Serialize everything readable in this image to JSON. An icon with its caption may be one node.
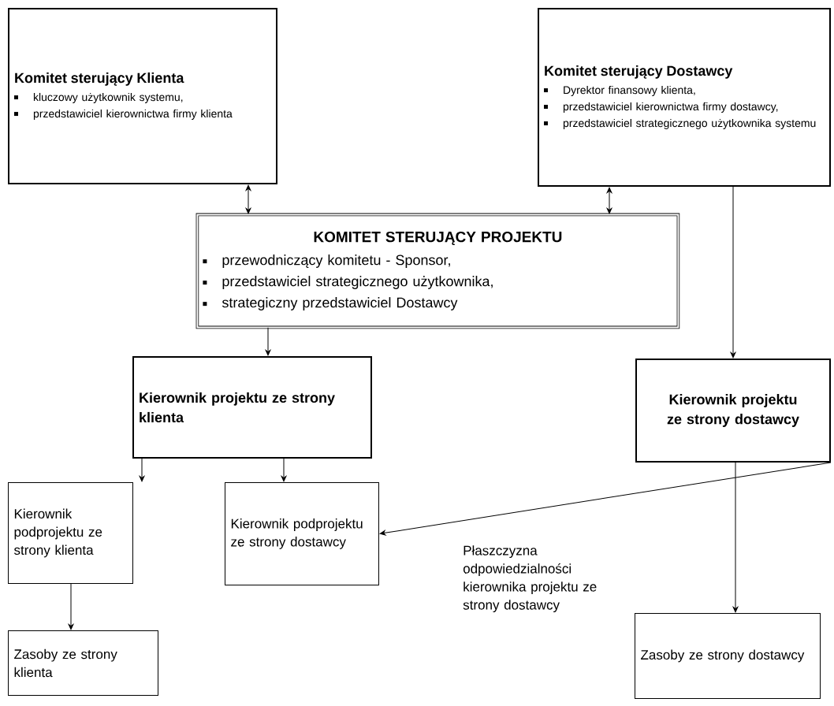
{
  "diagram": {
    "nodes": [
      {
        "text": [
          "Komitet sterujący Klienta",
          "kluczowy użytkownik systemu,",
          "przedstawiciel kierownictwa firmy klienta"
        ]
      },
      {
        "text": [
          "Komitet sterujący Dostawcy",
          "Dyrektor finansowy klienta,",
          "przedstawiciel kierownictwa firmy dostawcy,",
          "przedstawiciel strategicznego użytkownika systemu"
        ]
      },
      {
        "text": [
          "KOMITET STERUJĄCY PROJEKTU",
          "przewodniczący komitetu - Sponsor,",
          "przedstawiciel strategicznego użytkownika,",
          "strategiczny przedstawiciel Dostawcy"
        ]
      },
      {
        "text": [
          "Kierownik projektu ze strony klienta"
        ]
      },
      {
        "text": [
          "Kierownik projektu ze strony dostawcy"
        ]
      },
      {
        "text": [
          "Kierownik podprojektu ze strony klienta"
        ]
      },
      {
        "text": [
          "Kierownik podprojektu ze strony dostawcy"
        ]
      },
      {
        "text": [
          "Zasoby ze strony klienta"
        ]
      },
      {
        "text": [
          "Zasoby ze strony dostawcy"
        ]
      }
    ],
    "edges": [
      {
        "from": 0,
        "to": 2,
        "arrow": "both"
      },
      {
        "from": 1,
        "to": 2,
        "arrow": "both"
      },
      {
        "from": 2,
        "to": 3,
        "arrow": "to"
      },
      {
        "from": 1,
        "to": 4,
        "arrow": "to"
      },
      {
        "from": 3,
        "to": 5,
        "arrow": "to"
      },
      {
        "from": 3,
        "to": 6,
        "arrow": "to"
      },
      {
        "from": 4,
        "to": 6,
        "arrow": "to",
        "label": "Płaszczyzna odpowiedzialności kierownika projektu ze strony dostawcy"
      },
      {
        "from": 4,
        "to": 8,
        "arrow": "to"
      },
      {
        "from": 5,
        "to": 7,
        "arrow": "to"
      }
    ]
  }
}
